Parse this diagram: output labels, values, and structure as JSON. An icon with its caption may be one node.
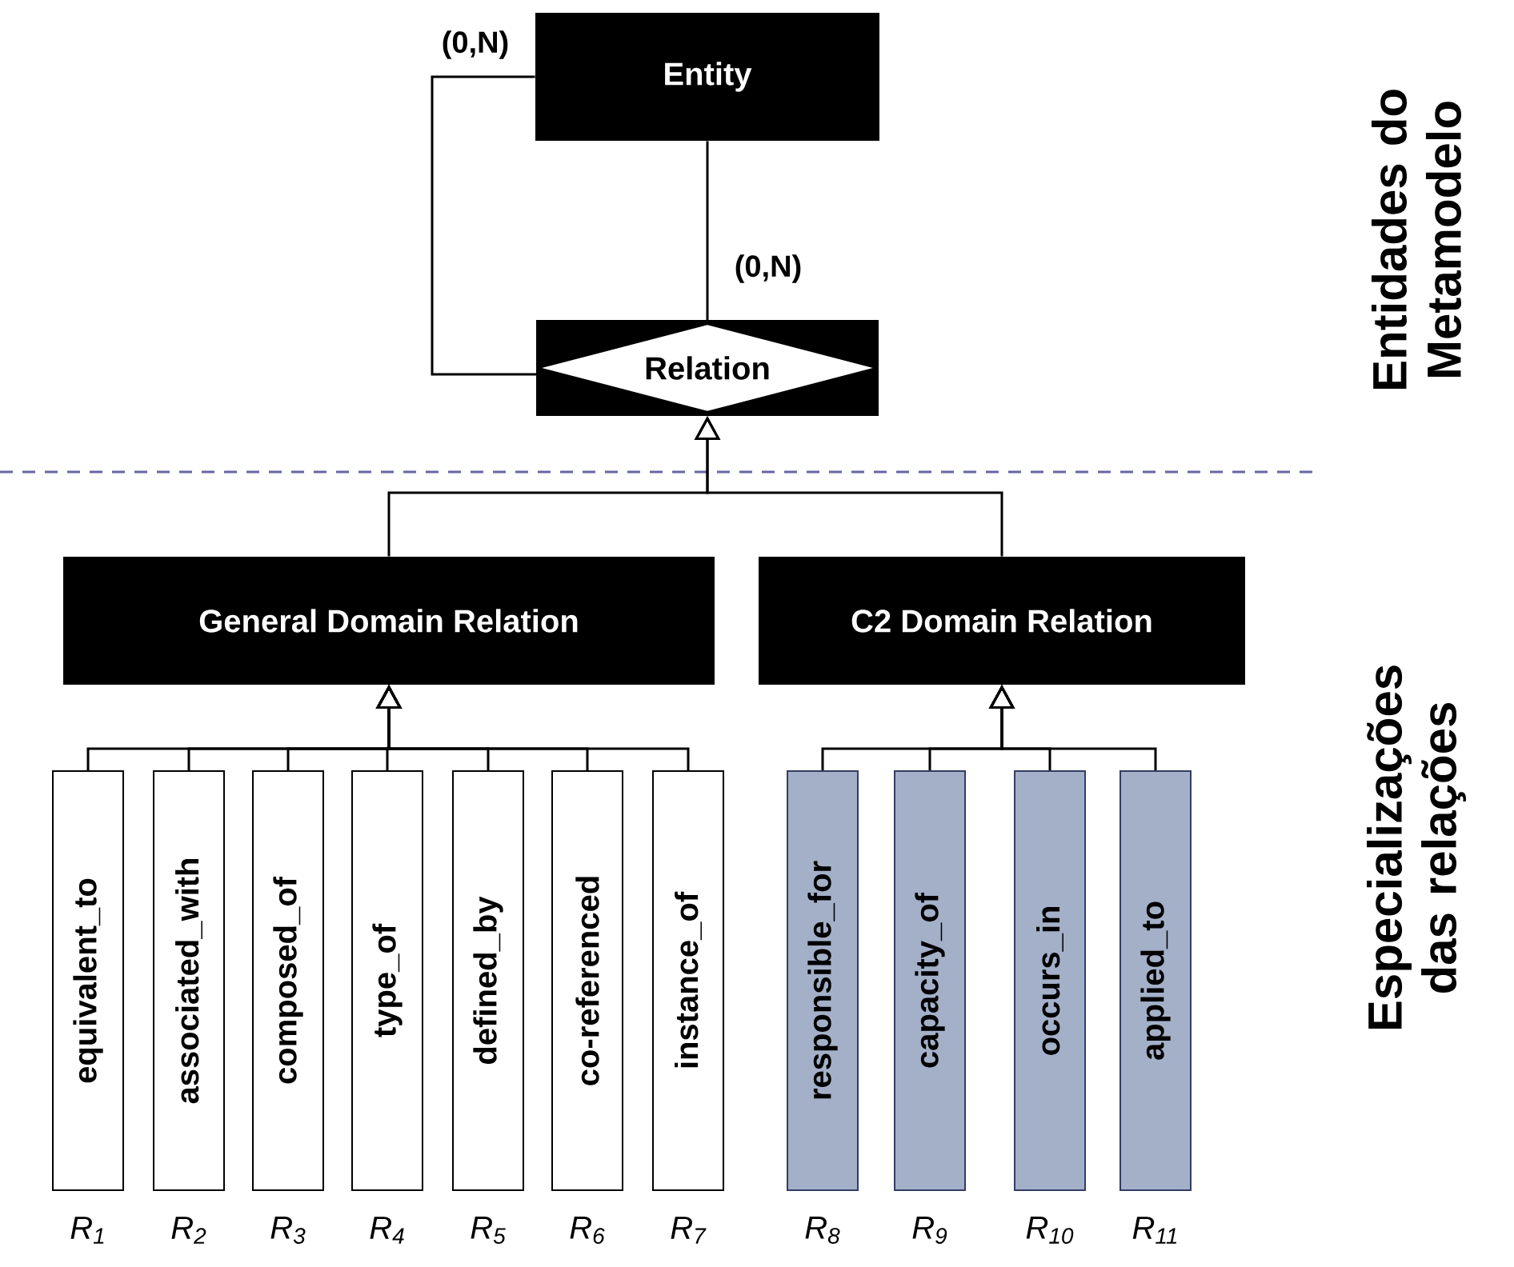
{
  "diagram": {
    "nodes": [
      {
        "text": [
          "Entity"
        ]
      },
      {
        "text": [
          "Relation"
        ]
      },
      {
        "text": [
          "General Domain Relation"
        ]
      },
      {
        "text": [
          "C2 Domain Relation"
        ]
      },
      {
        "text": [
          "equivalent_to"
        ],
        "beside": [
          "R$_{1}$"
        ]
      },
      {
        "text": [
          "associated_with"
        ],
        "beside": [
          "R$_{2}$"
        ]
      },
      {
        "text": [
          "composed_of"
        ],
        "beside": [
          "R$_{3}$"
        ]
      },
      {
        "text": [
          "type_of"
        ],
        "beside": [
          "R$_{4}$"
        ]
      },
      {
        "text": [
          "defined_by"
        ],
        "beside": [
          "R$_{5}$"
        ]
      },
      {
        "text": [
          "co-referenced"
        ],
        "beside": [
          "R$_{6}$"
        ]
      },
      {
        "text": [
          "instance_of"
        ],
        "beside": [
          "R$_{7}$"
        ]
      },
      {
        "text": [
          "responsible_for"
        ],
        "beside": [
          "R$_{8}$"
        ]
      },
      {
        "text": [
          "capacity_of"
        ],
        "beside": [
          "R$_{9}$"
        ]
      },
      {
        "text": [
          "occurs_in"
        ],
        "beside": [
          "R$_{10}$"
        ]
      },
      {
        "text": [
          "applied_to"
        ],
        "beside": [
          "R$_{11}$"
        ]
      }
    ],
    "edges": [
      {
        "from": 0,
        "to": 1,
        "arrow": "none",
        "label": "(0,N)"
      },
      {
        "from": 0,
        "to": 1,
        "arrow": "none",
        "label": "(0,N)"
      },
      {
        "from": 2,
        "to": 1,
        "arrow": "to"
      },
      {
        "from": 3,
        "to": 1,
        "arrow": "to"
      },
      {
        "from": 4,
        "to": 2,
        "arrow": "to"
      },
      {
        "from": 5,
        "to": 2,
        "arrow": "to"
      },
      {
        "from": 6,
        "to": 2,
        "arrow": "to"
      },
      {
        "from": 7,
        "to": 2,
        "arrow": "to"
      },
      {
        "from": 8,
        "to": 2,
        "arrow": "to"
      },
      {
        "from": 9,
        "to": 2,
        "arrow": "to"
      },
      {
        "from": 10,
        "to": 2,
        "arrow": "to"
      },
      {
        "from": 11,
        "to": 3,
        "arrow": "to"
      },
      {
        "from": 12,
        "to": 3,
        "arrow": "to"
      },
      {
        "from": 13,
        "to": 3,
        "arrow": "to"
      },
      {
        "from": 14,
        "to": 3,
        "arrow": "to"
      }
    ],
    "labels": [
      "Entidades do Metamodelo",
      "Especializações das relações"
    ]
  }
}
